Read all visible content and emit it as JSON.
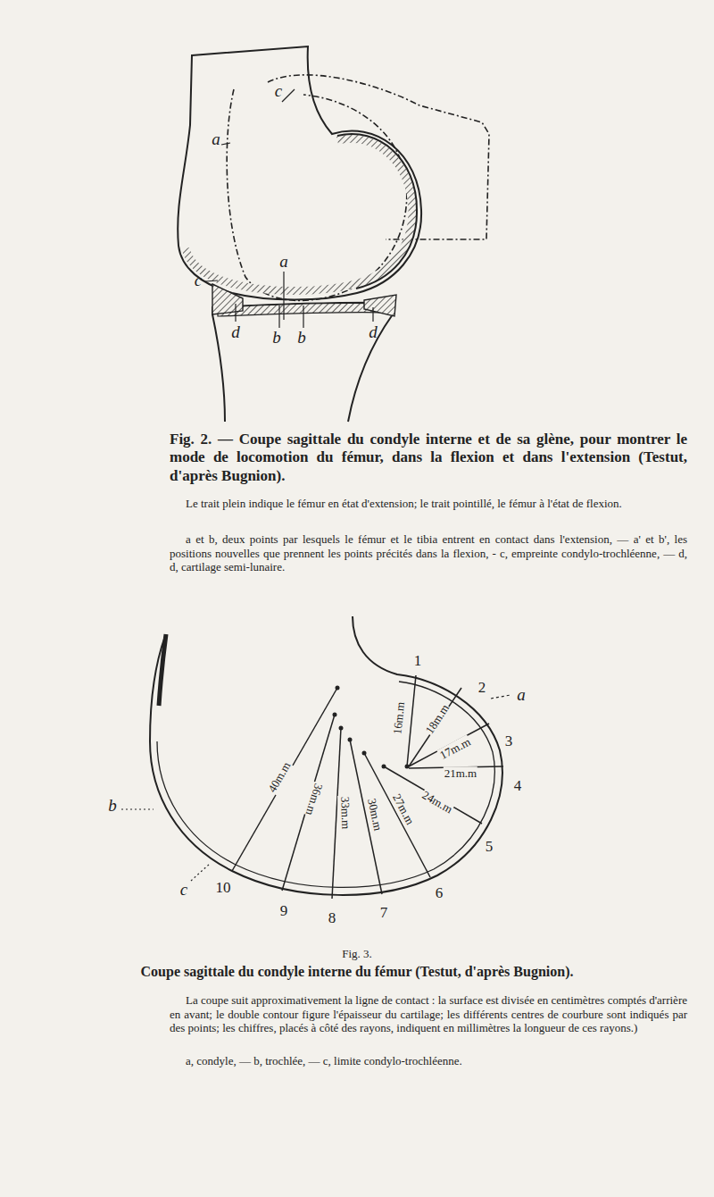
{
  "diagram": {
    "labels": [
      "c",
      "a",
      "a",
      "c",
      "d",
      "b",
      "b",
      "d",
      "Fig. 2. — Coupe sagittale du condyle interne et de sa glène, pour montrer le mode de locomotion du fémur, dans la flexion et dans l'extension (Testut, d'après Bugnion).",
      "Le trait plein indique le fémur en état d'extension; le trait pointillé, le fémur à l'état de flexion.",
      "a et b, deux points par lesquels le fémur et le tibia entrent en contact dans l'extension, — a' et b', les positions nouvelles que prennent les points précités dans la flexion, - c, empreinte condylo-trochléenne, — d, d, cartilage semi-lunaire.",
      "1",
      "2",
      "3",
      "4",
      "5",
      "6",
      "7",
      "8",
      "9",
      "10",
      "16m.m",
      "18m.m",
      "17m.m",
      "21m.m",
      "24m.m",
      "27m.m",
      "30m.m",
      "33m.m",
      "36m.m",
      "40m.m",
      "a",
      "b",
      "c",
      "Fig. 3.",
      "Coupe sagittale du condyle interne du fémur (Testut, d'après Bugnion).",
      "La coupe suit approximativement la ligne de contact : la surface est divisée en centimètres comptés d'arrière en avant; le double contour figure l'épaisseur du cartilage; les différents centres de courbure sont indiqués par des points; les chiffres, placés à côté des rayons, indiquent en millimètres la longueur de ces rayons.)",
      "a, condyle, — b, trochlée, — c, limite condylo-trochléenne."
    ]
  }
}
